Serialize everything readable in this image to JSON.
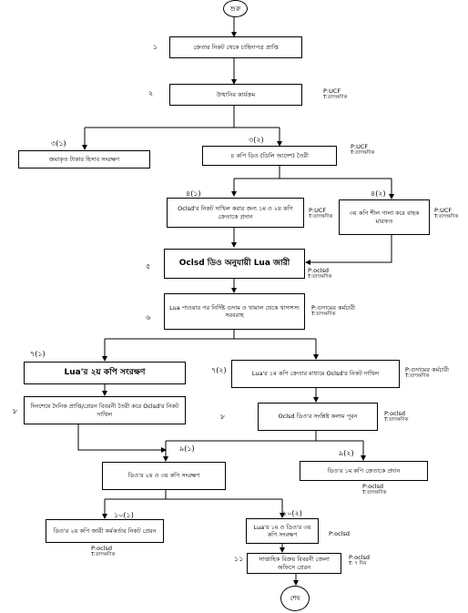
{
  "start": "শুরু",
  "end": "শেষ",
  "steps": {
    "s1": {
      "num": "১",
      "text": "ক্রেতার নিকট থেকে চাহিদাপত্র প্রাপ্তি"
    },
    "s2": {
      "num": "২",
      "text": "উত্থানির কার্যক্রম",
      "p": "P:UCF",
      "t": "T:তাৎক্ষণিক"
    },
    "s3a": {
      "num": "৩(১)",
      "text": "জমাকৃত টাকার হিসাব সংরক্ষণ"
    },
    "s3b": {
      "num": "৩(২)",
      "text": "৪ কপি ডিও (ডিলি আদেশ) তৈরী",
      "p": "P:UCF",
      "t": "T:তাৎক্ষণিক"
    },
    "s4a": {
      "num": "৪(১)",
      "text": "Oclsd'র নিকট দাখিল করার জন্য ১ম ও ২য় কপি ক্রেতাকে প্রদান",
      "p": "P:UCF",
      "t": "T:তাৎক্ষণিক"
    },
    "s4b": {
      "num": "৪(২)",
      "text": "৩য় কপি শীল গালা করে বাহক মারফত",
      "p": "P:UCF",
      "t": "T:তাৎক্ষণিক"
    },
    "s5": {
      "num": "৫",
      "text": "Oclsd ডিও অনুযায়ী Lua জারী",
      "p": "P:oclsd",
      "t": "T:তাৎক্ষণিক"
    },
    "s6": {
      "num": "৬",
      "text": "Lua পাওয়ার পর নির্দিষ্ট গুদাম ও খামাল থেকে খাদ্যশস্য সরবরাহ",
      "p": "P:গুদামের কর্মচারী",
      "t": "T:তাৎক্ষণিক"
    },
    "s7a": {
      "num": "৭(১)",
      "text": "Lua'র ২য় কপি সংরক্ষণ"
    },
    "s7b": {
      "num": "৭(২)",
      "text": "Lua'র ১ম কপি ক্রেতার মাধ্যমে Oclsd'র নিকট দাখিল",
      "p": "P:গুদামের কর্মচারী",
      "t": "T:তাৎক্ষণিক"
    },
    "s8a": {
      "num": "৮",
      "text": "দিনশেষে দৈনিক প্রাপ্তি/প্রেরন বিবরনী তৈরী করে Oclsd'র নিকট দাখিল"
    },
    "s8b": {
      "num": "৮",
      "text": "Oclsd ডিও'র সংশ্লিষ্ট কলাম পূরন",
      "p": "P:oclsd",
      "t": "T:তাৎক্ষণিক"
    },
    "s9a": {
      "num": "৯(১)",
      "text": "ডিও'র ২য় ও ৩য় কপি সংরক্ষণ"
    },
    "s9b": {
      "num": "৯(২)",
      "text": "ডিও'র ১ম কপি ক্রেতাকে প্রদান",
      "p": "P:oclsd",
      "t": "T:তাৎক্ষণিক"
    },
    "s10a": {
      "num": "১০(১)",
      "text": "ডিও'র ২য় কপি জারী কর্মকর্তার নিকট প্রেরন",
      "p": "P:oclsd",
      "t": "T:তাৎক্ষণিক"
    },
    "s10b": {
      "num": "১০(২)",
      "text": "Lua'র ১ম ও ডিও'র ৩য় কপি সংরক্ষণ",
      "p": "P:oclsd"
    },
    "s11": {
      "num": "১১",
      "text": "সাপ্তাহিক বিক্রয় বিবরনী জেলা অফিসে প্রেরন",
      "p": "P:oclsd",
      "t": "T: ৭ দিন"
    }
  }
}
